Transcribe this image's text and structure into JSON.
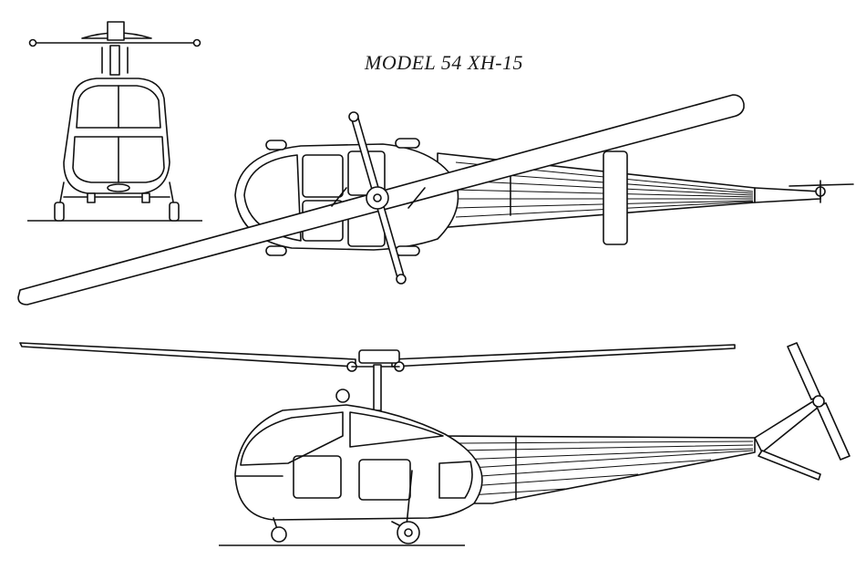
{
  "drawing": {
    "title": "MODEL 54 XH-15",
    "views": [
      "front-view",
      "top-view",
      "side-view"
    ],
    "ink_color": "#111111",
    "paper_color": "#ffffff"
  }
}
